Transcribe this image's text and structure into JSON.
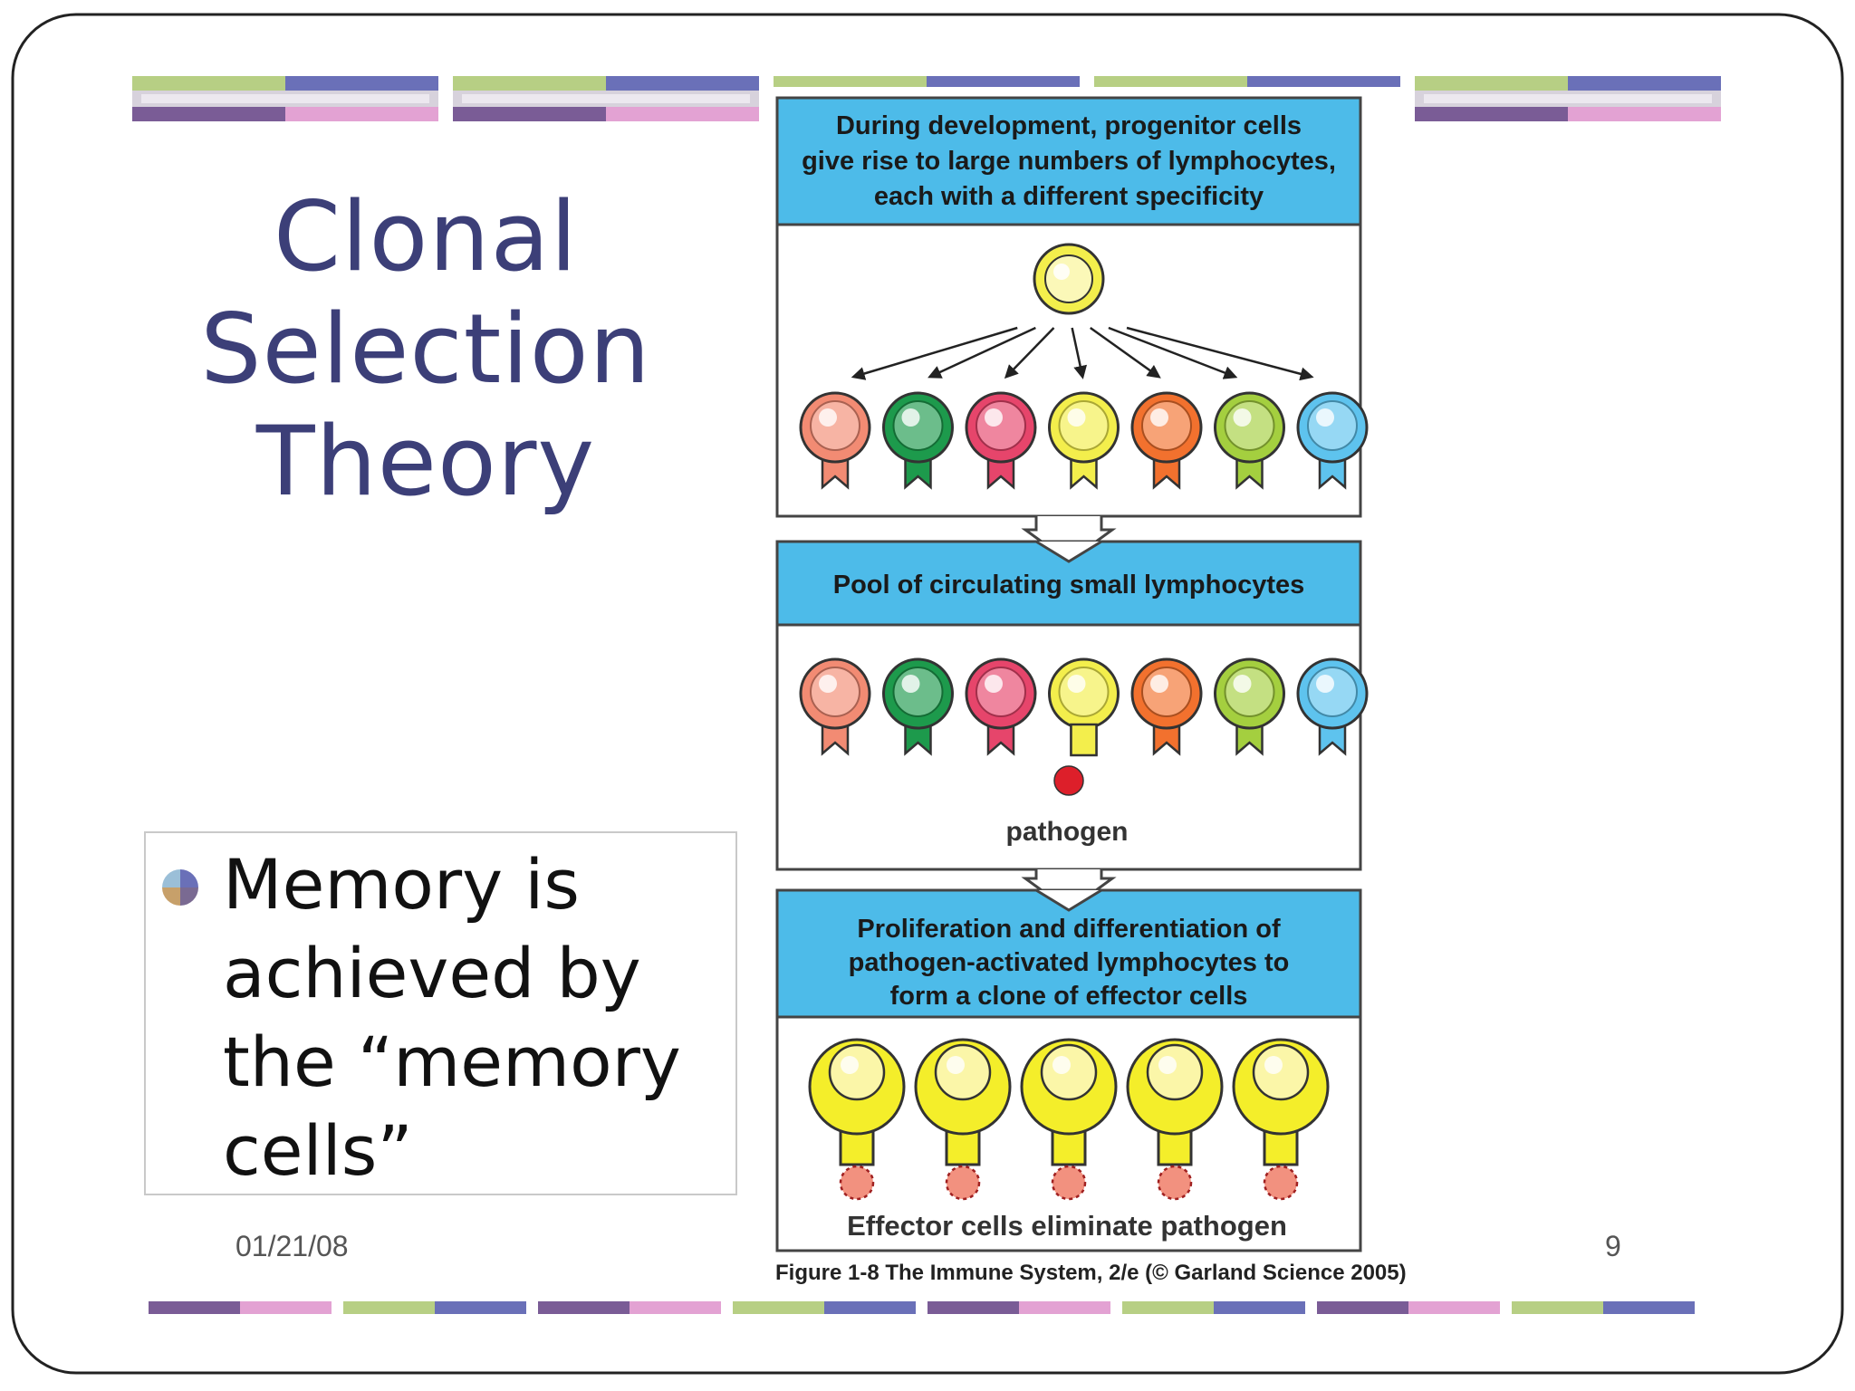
{
  "slide": {
    "title_lines": [
      "Clonal",
      "Selection",
      "Theory"
    ],
    "bullet_lines": [
      "Memory is",
      "achieved by",
      "the “memory",
      "cells”"
    ],
    "bullet_icon": "quadrant-pie-icon",
    "date": "01/21/08",
    "page_number": "9",
    "colors": {
      "title": "#3c3f78",
      "green": "#b7cf84",
      "blue": "#6a70b8",
      "purple": "#7a5c96",
      "pink": "#e3a2d3"
    }
  },
  "diagram": {
    "stage1_header": [
      "During development, progenitor cells",
      "give rise to large numbers of lymphocytes,",
      "each with a different specificity"
    ],
    "stage2_header": "Pool of circulating small lymphocytes",
    "pathogen_label": "pathogen",
    "stage3_header": [
      "Proliferation and differentiation of",
      "pathogen-activated lymphocytes to",
      "form a clone of effector cells"
    ],
    "stage3_footer": "Effector cells eliminate pathogen",
    "caption": "Figure 1-8  The Immune System, 2/e (© Garland Science 2005)",
    "colors": {
      "header_fill": "#4dbbe9",
      "pathogen": "#dd1f2a",
      "effector": "#f4ee2a"
    },
    "lymphocyte_colors": [
      "#f28b73",
      "#1d9a4c",
      "#e6456b",
      "#f3ee4c",
      "#f2712e",
      "#a4cf3f",
      "#5ec3ee"
    ],
    "activated_index": 3,
    "effector_count": 5
  }
}
